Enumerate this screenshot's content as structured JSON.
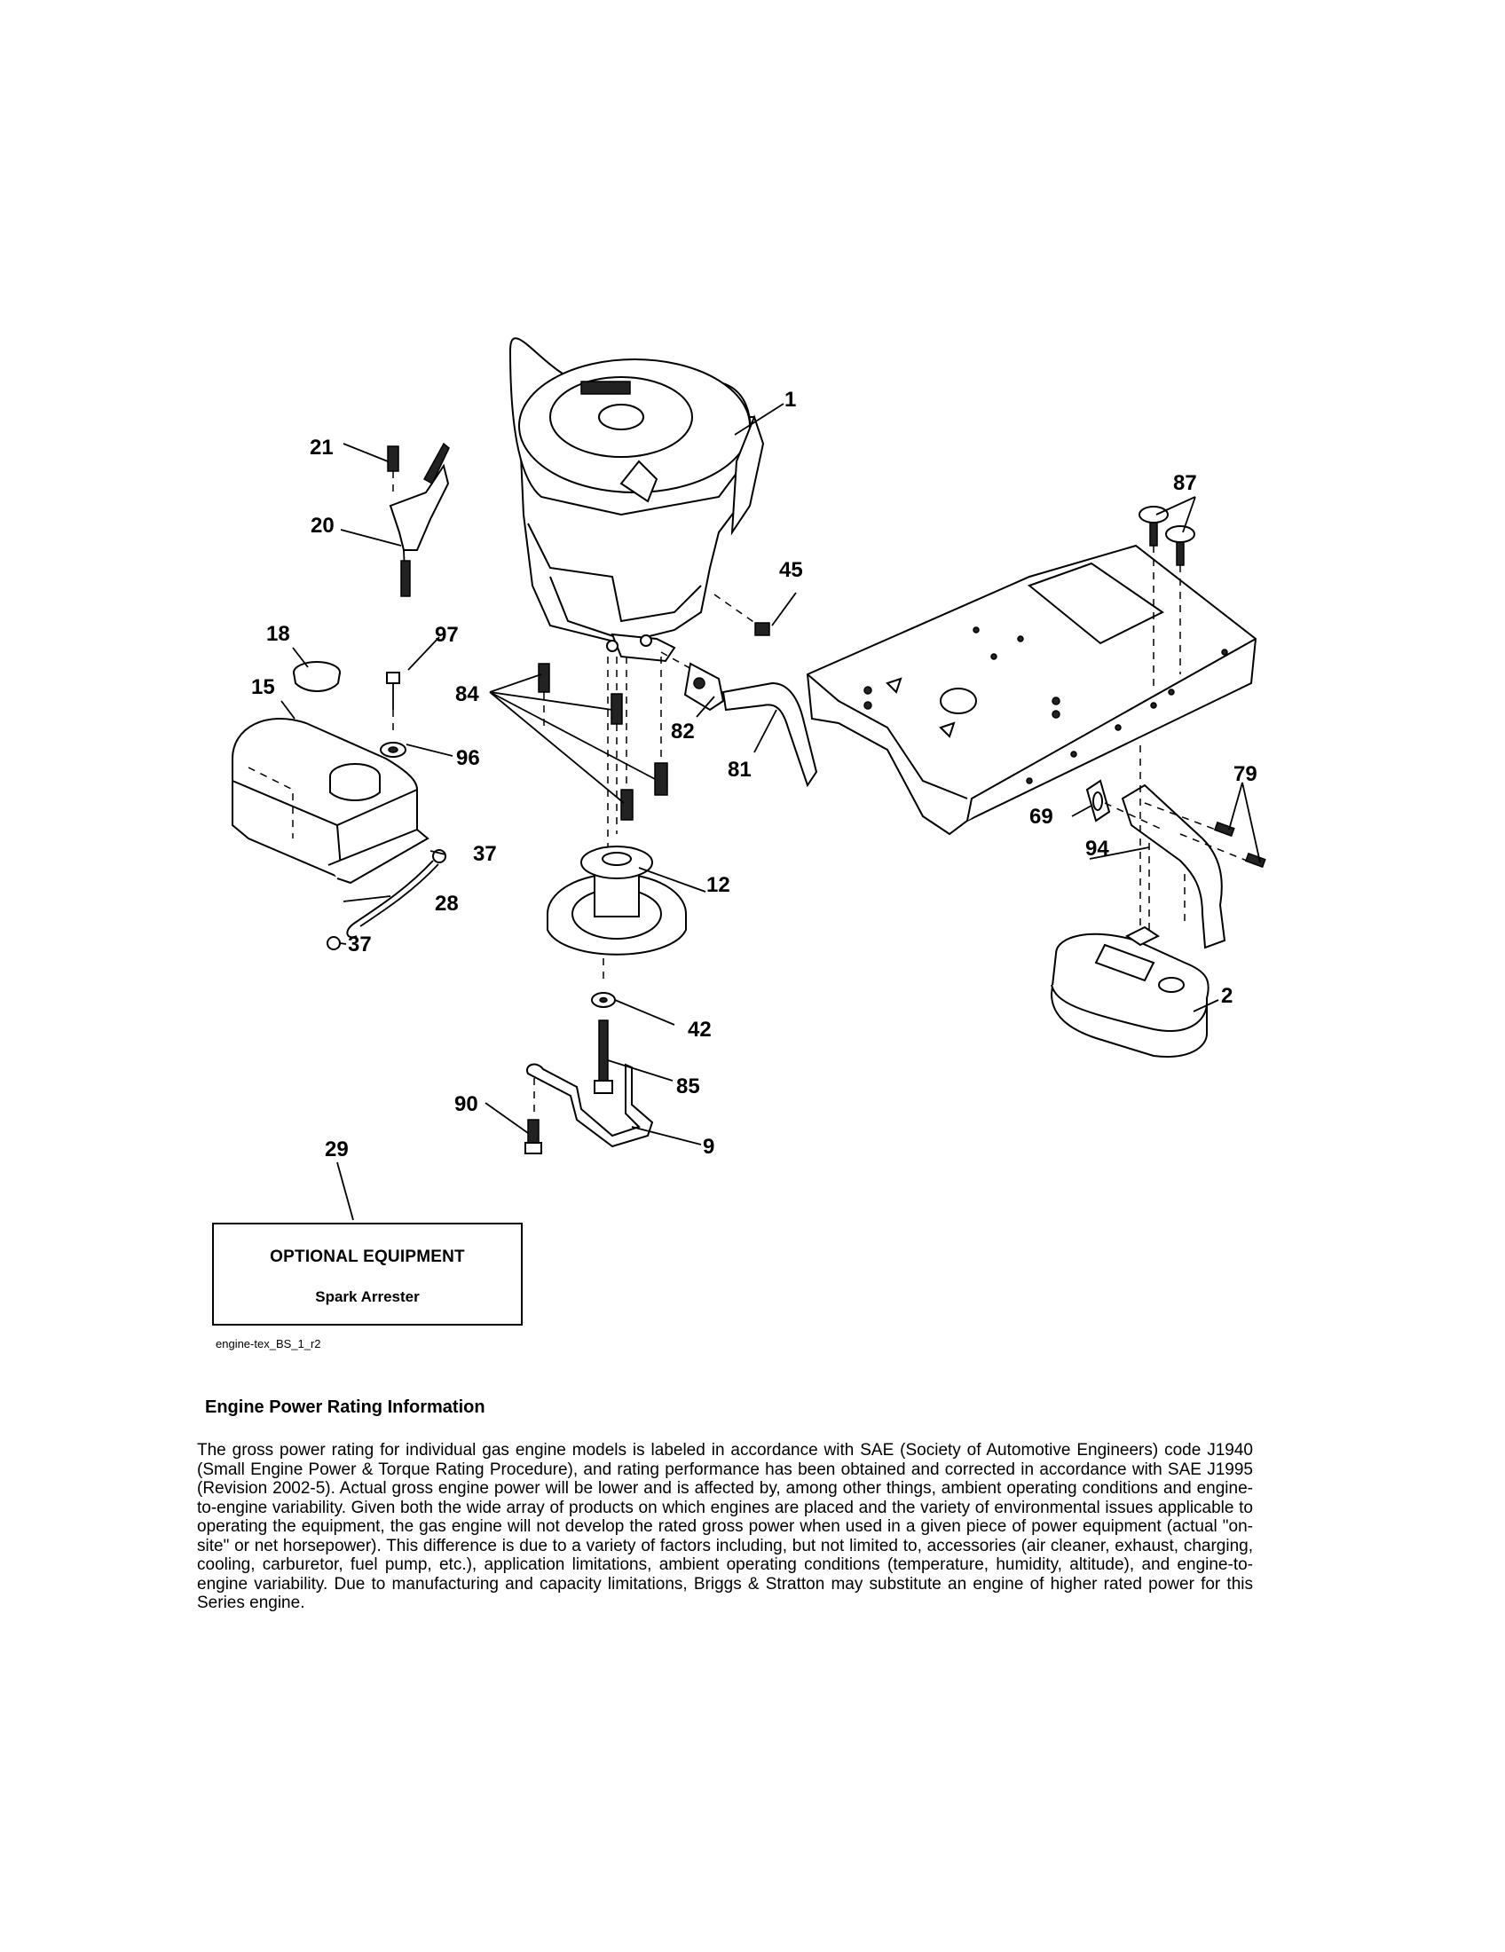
{
  "diagram": {
    "callouts": {
      "c1": "1",
      "c2": "2",
      "c9": "9",
      "c12": "12",
      "c15": "15",
      "c18": "18",
      "c20": "20",
      "c21": "21",
      "c28": "28",
      "c29": "29",
      "c37a": "37",
      "c37b": "37",
      "c42": "42",
      "c45": "45",
      "c69": "69",
      "c79": "79",
      "c81": "81",
      "c82": "82",
      "c84": "84",
      "c85": "85",
      "c87": "87",
      "c90": "90",
      "c94": "94",
      "c96": "96",
      "c97": "97"
    }
  },
  "optional_equipment": {
    "title": "OPTIONAL EQUIPMENT",
    "item": "Spark Arrester"
  },
  "drawing_code": "engine-tex_BS_1_r2",
  "section": {
    "heading": "Engine Power Rating Information",
    "body": "The gross power rating for individual gas engine models is labeled in accordance with SAE (Society of Automotive Engineers) code J1940 (Small Engine Power & Torque Rating Procedure), and rating performance has been obtained and corrected in accordance with SAE J1995 (Revision 2002-5). Actual gross engine power will be lower and is affected by, among other things, ambient operating conditions and engine-to-engine variability. Given both the wide array of products on which engines are placed and the variety of environmental issues applicable to operating the equipment, the gas engine will not develop the rated gross power when used in a given piece of power equipment (actual \"on-site\" or net horsepower). This difference is due to a variety of factors including, but not limited to, accessories (air cleaner, exhaust, charging, cooling, carburetor, fuel pump, etc.), application limitations, ambient operating conditions (temperature, humidity, altitude), and engine-to-engine variability. Due to manufacturing and capacity limitations, Briggs & Stratton may substitute an engine of higher rated power for this Series engine."
  }
}
